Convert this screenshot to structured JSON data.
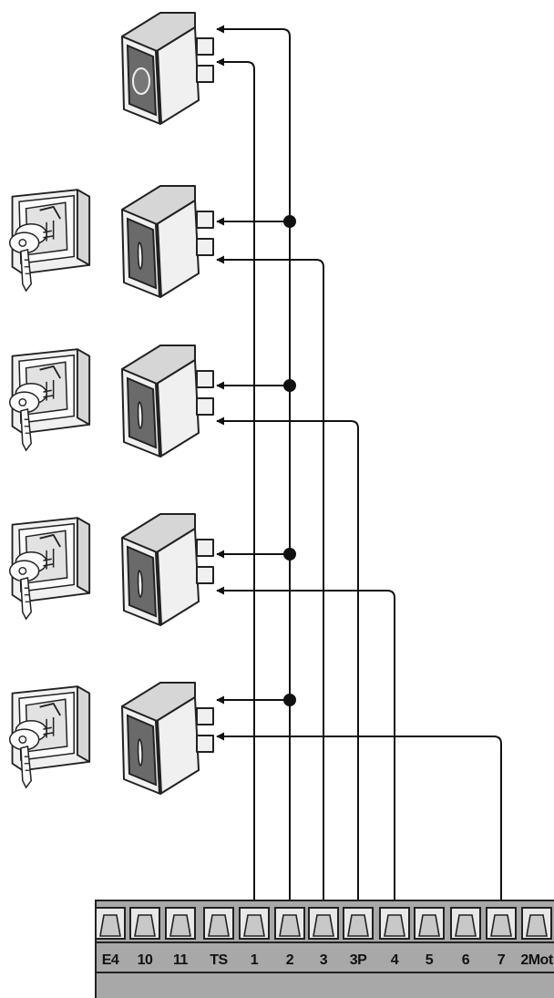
{
  "terminal_block": {
    "terminals": [
      {
        "label": "E4"
      },
      {
        "label": "10"
      },
      {
        "label": "11"
      },
      {
        "label": "TS"
      },
      {
        "label": "1"
      },
      {
        "label": "2"
      },
      {
        "label": "3"
      },
      {
        "label": "3P"
      },
      {
        "label": "4"
      },
      {
        "label": "5"
      },
      {
        "label": "6"
      },
      {
        "label": "7"
      },
      {
        "label": "2Mot"
      }
    ]
  },
  "devices": {
    "stop_button": {
      "icon": "stop-pushbutton-icon"
    },
    "command_stations": [
      {
        "key_switch": "key-selector-icon",
        "button": "pushbutton-icon",
        "common_terminal": "2",
        "signal_terminal": "3"
      },
      {
        "key_switch": "key-selector-icon",
        "button": "pushbutton-icon",
        "common_terminal": "2",
        "signal_terminal": "3P"
      },
      {
        "key_switch": "key-selector-icon",
        "button": "pushbutton-icon",
        "common_terminal": "2",
        "signal_terminal": "4"
      },
      {
        "key_switch": "key-selector-icon",
        "button": "pushbutton-icon",
        "common_terminal": "2",
        "signal_terminal": "7"
      }
    ]
  },
  "colors": {
    "terminal_block": "#a8a8a8",
    "device_body": "#f0f0f0",
    "button_face": "#6a6a6a",
    "wire": "#111111"
  }
}
